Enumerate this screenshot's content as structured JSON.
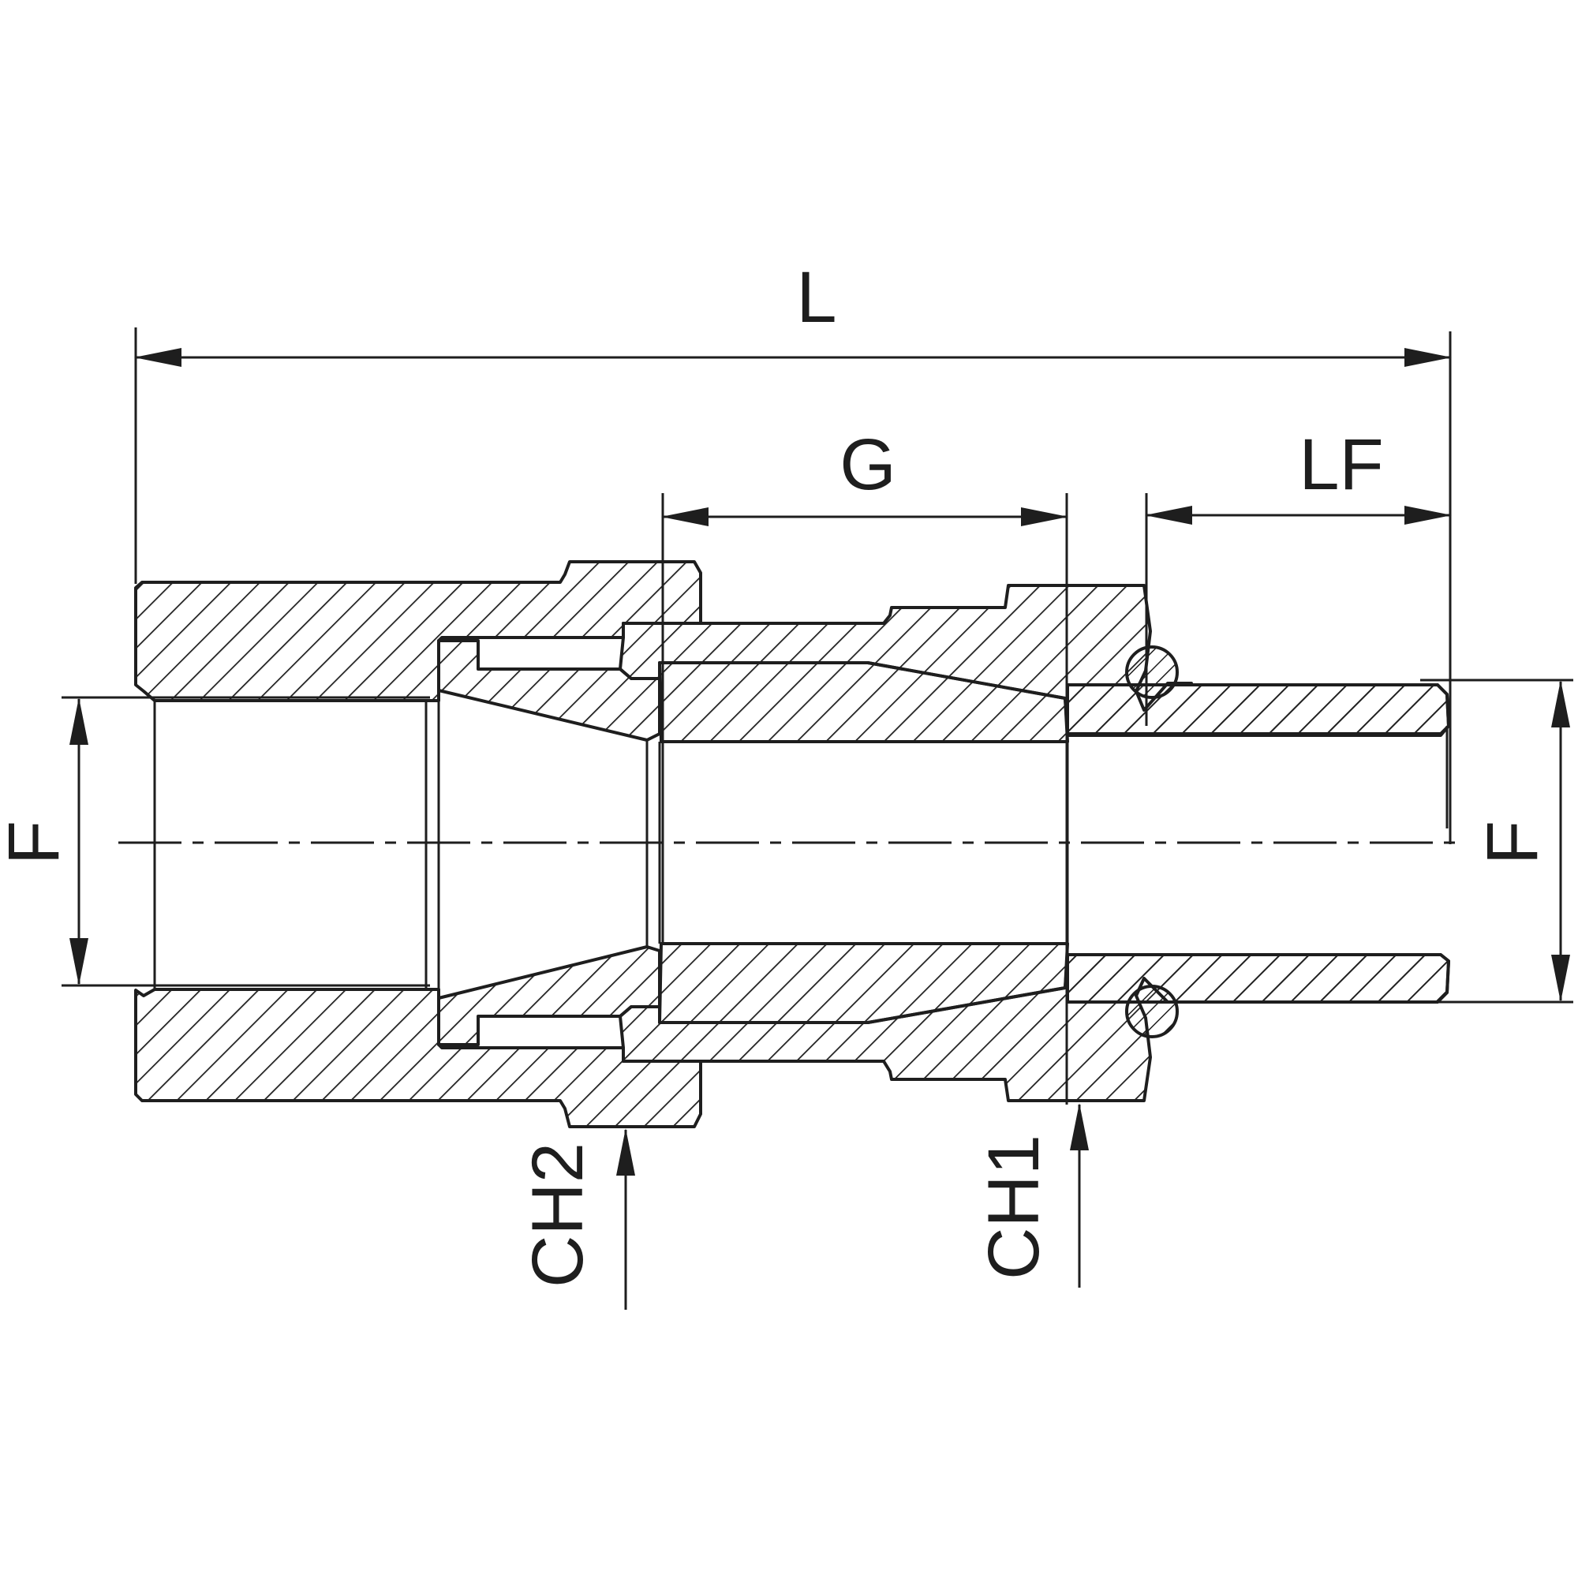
{
  "drawing": {
    "type": "cross-section technical drawing",
    "subject": "pipe fitting / connector with O-ring",
    "dimensions": {
      "overall_length": {
        "label": "L"
      },
      "thread_length": {
        "label": "G"
      },
      "fitting_length": {
        "label": "LF"
      },
      "diameter_left": {
        "label": "F"
      },
      "diameter_right": {
        "label": "F"
      },
      "wrench_flat_1": {
        "label": "CH1"
      },
      "wrench_flat_2": {
        "label": "CH2"
      }
    },
    "colors": {
      "line": "#1e1e1e",
      "background": "#ffffff"
    }
  }
}
